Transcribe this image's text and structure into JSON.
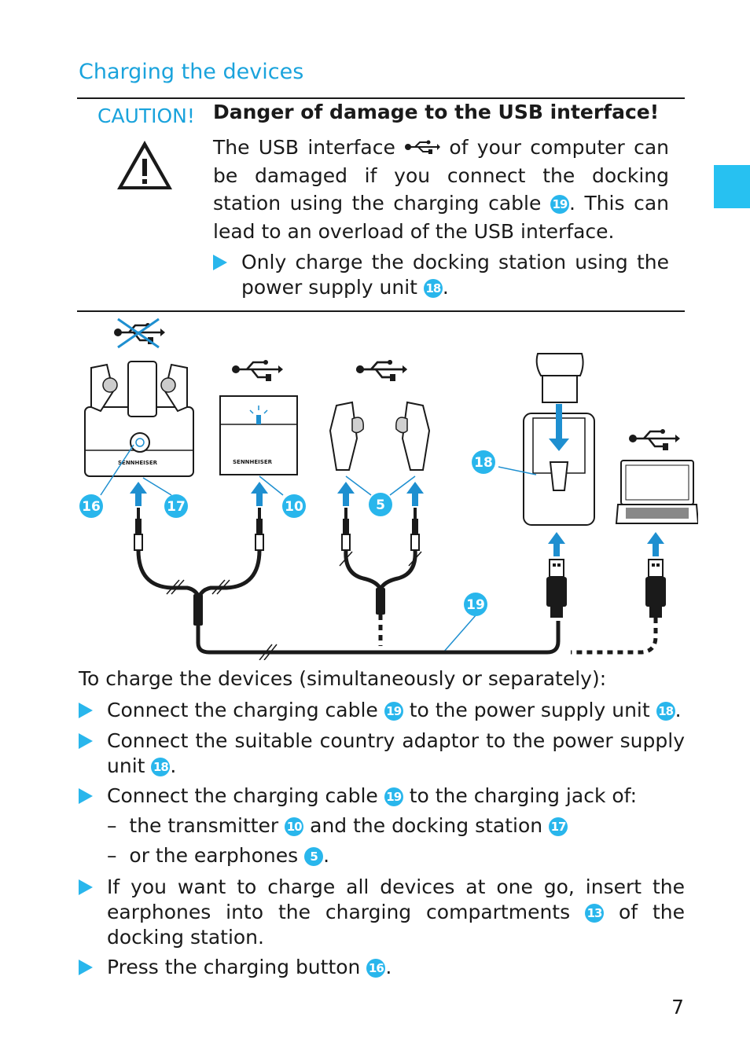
{
  "heading": "Charging the devices",
  "caution": {
    "label": "CAUTION!",
    "title": "Danger of damage to the USB interface!",
    "para_1a": "The USB interface",
    "para_1b": "of your computer can be damaged if you connect the docking station using the charging cable",
    "para_1c": ". This can lead to an overload of the USB interface.",
    "action_a": "Only charge the docking station using the power supply unit",
    "action_b": "."
  },
  "refs": {
    "charging_cable": "19",
    "power_supply": "18",
    "transmitter": "10",
    "docking_station": "17",
    "earphones": "5",
    "compartments": "13",
    "charging_button": "16"
  },
  "illustration": {
    "callouts": [
      "16",
      "17",
      "10",
      "5",
      "18",
      "19"
    ],
    "brand": "SENNHEISER"
  },
  "instructions": {
    "intro": "To charge the devices (simultaneously or separately):",
    "step1_a": "Connect the charging cable",
    "step1_b": "to the power supply unit",
    "step1_c": ".",
    "step2_a": "Connect the suitable country adaptor to the power supply unit",
    "step2_b": ".",
    "step3_a": "Connect the charging cable",
    "step3_b": "to the charging jack of:",
    "sub1_a": "the transmitter",
    "sub1_b": "and the docking station",
    "sub2_a": "or the earphones",
    "sub2_b": ".",
    "step4_a": "If you want to charge all devices at one go, insert the earphones into the charging compartments",
    "step4_b": "of the docking station.",
    "step5_a": "Press the charging button",
    "step5_b": "."
  },
  "dash": "–",
  "page_number": "7",
  "colors": {
    "accent": "#1aa3dc",
    "tab": "#27c1f1",
    "text": "#1a1a1a"
  }
}
